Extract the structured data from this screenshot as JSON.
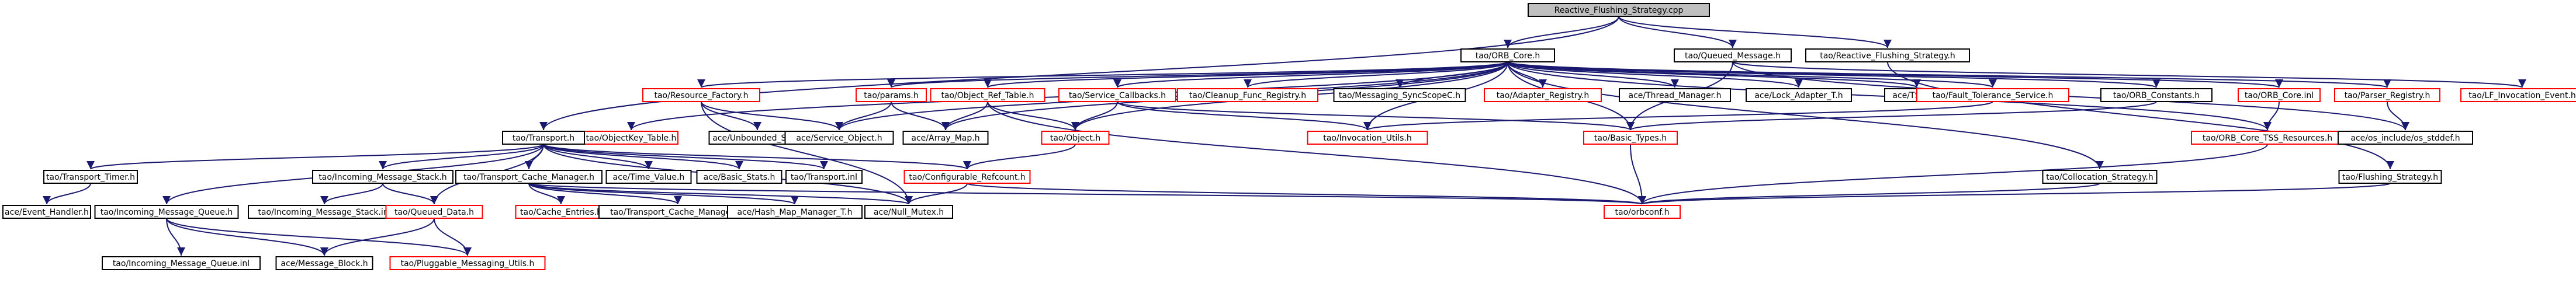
{
  "title": "Reactive_Flushing_Strategy.cpp",
  "colors": {
    "edge": "#191970",
    "normal_border": "#000000",
    "missing_border": "#ff0000",
    "root_fill": "#bfbfbf",
    "label_text": "#000000"
  },
  "nodes": [
    {
      "id": "root",
      "label": "Reactive_Flushing_Strategy.cpp",
      "style": "root"
    },
    {
      "id": "core",
      "label": "tao/ORB_Core.h",
      "style": "normal"
    },
    {
      "id": "qmsg",
      "label": "tao/Queued_Message.h",
      "style": "normal"
    },
    {
      "id": "rfs",
      "label": "tao/Reactive_Flushing_Strategy.h",
      "style": "normal"
    },
    {
      "id": "resfac",
      "label": "tao/Resource_Factory.h",
      "style": "missing"
    },
    {
      "id": "params",
      "label": "tao/params.h",
      "style": "missing"
    },
    {
      "id": "objref",
      "label": "tao/Object_Ref_Table.h",
      "style": "missing"
    },
    {
      "id": "svccb",
      "label": "tao/Service_Callbacks.h",
      "style": "missing"
    },
    {
      "id": "cleanup",
      "label": "tao/Cleanup_Func_Registry.h",
      "style": "missing"
    },
    {
      "id": "msgsync",
      "label": "tao/Messaging_SyncScopeC.h",
      "style": "normal"
    },
    {
      "id": "adapter",
      "label": "tao/Adapter_Registry.h",
      "style": "missing"
    },
    {
      "id": "thrmgr",
      "label": "ace/Thread_Manager.h",
      "style": "normal"
    },
    {
      "id": "lockad",
      "label": "ace/Lock_Adapter_T.h",
      "style": "normal"
    },
    {
      "id": "tsst",
      "label": "ace/TSS_T.h",
      "style": "normal"
    },
    {
      "id": "ftsvc",
      "label": "tao/Fault_Tolerance_Service.h",
      "style": "missing"
    },
    {
      "id": "consts",
      "label": "tao/ORB_Constants.h",
      "style": "normal"
    },
    {
      "id": "coreinl",
      "label": "tao/ORB_Core.inl",
      "style": "missing"
    },
    {
      "id": "parser",
      "label": "tao/Parser_Registry.h",
      "style": "missing"
    },
    {
      "id": "lfevt",
      "label": "tao/LF_Invocation_Event.h",
      "style": "missing"
    },
    {
      "id": "objkey",
      "label": "tao/ObjectKey_Table.h",
      "style": "missing"
    },
    {
      "id": "transport",
      "label": "tao/Transport.h",
      "style": "normal"
    },
    {
      "id": "unbset",
      "label": "ace/Unbounded_Set.h",
      "style": "normal"
    },
    {
      "id": "svcobj",
      "label": "ace/Service_Object.h",
      "style": "normal"
    },
    {
      "id": "arrmap",
      "label": "ace/Array_Map.h",
      "style": "normal"
    },
    {
      "id": "object",
      "label": "tao/Object.h",
      "style": "missing"
    },
    {
      "id": "invutl",
      "label": "tao/Invocation_Utils.h",
      "style": "missing"
    },
    {
      "id": "basict",
      "label": "tao/Basic_Types.h",
      "style": "missing"
    },
    {
      "id": "tssres",
      "label": "tao/ORB_Core_TSS_Resources.h",
      "style": "missing"
    },
    {
      "id": "osstd",
      "label": "ace/os_include/os_stddef.h",
      "style": "normal"
    },
    {
      "id": "ttimer",
      "label": "tao/Transport_Timer.h",
      "style": "normal"
    },
    {
      "id": "imstack",
      "label": "tao/Incoming_Message_Stack.h",
      "style": "normal"
    },
    {
      "id": "tcmgr",
      "label": "tao/Transport_Cache_Manager.h",
      "style": "normal"
    },
    {
      "id": "timeval",
      "label": "ace/Time_Value.h",
      "style": "normal"
    },
    {
      "id": "bstats",
      "label": "ace/Basic_Stats.h",
      "style": "normal"
    },
    {
      "id": "transinl",
      "label": "tao/Transport.inl",
      "style": "normal"
    },
    {
      "id": "cfgref",
      "label": "tao/Configurable_Refcount.h",
      "style": "missing"
    },
    {
      "id": "colstr",
      "label": "tao/Collocation_Strategy.h",
      "style": "normal"
    },
    {
      "id": "flush",
      "label": "tao/Flushing_Strategy.h",
      "style": "normal"
    },
    {
      "id": "evh",
      "label": "ace/Event_Handler.h",
      "style": "normal"
    },
    {
      "id": "imqueue",
      "label": "tao/Incoming_Message_Queue.h",
      "style": "normal"
    },
    {
      "id": "imstinl",
      "label": "tao/Incoming_Message_Stack.inl",
      "style": "normal"
    },
    {
      "id": "qdata",
      "label": "tao/Queued_Data.h",
      "style": "missing"
    },
    {
      "id": "cent",
      "label": "tao/Cache_Entries.h",
      "style": "missing"
    },
    {
      "id": "tcminl",
      "label": "tao/Transport_Cache_Manager.inl",
      "style": "normal"
    },
    {
      "id": "hashmap",
      "label": "ace/Hash_Map_Manager_T.h",
      "style": "normal"
    },
    {
      "id": "nullmx",
      "label": "ace/Null_Mutex.h",
      "style": "normal"
    },
    {
      "id": "orbconf",
      "label": "tao/orbconf.h",
      "style": "missing"
    },
    {
      "id": "imqinl",
      "label": "tao/Incoming_Message_Queue.inl",
      "style": "normal"
    },
    {
      "id": "msgblk",
      "label": "ace/Message_Block.h",
      "style": "normal"
    },
    {
      "id": "plugmsg",
      "label": "tao/Pluggable_Messaging_Utils.h",
      "style": "missing"
    }
  ],
  "edges": [
    [
      "root",
      "core"
    ],
    [
      "root",
      "qmsg"
    ],
    [
      "root",
      "rfs"
    ],
    [
      "root",
      "transport"
    ],
    [
      "core",
      "resfac"
    ],
    [
      "core",
      "params"
    ],
    [
      "core",
      "objref"
    ],
    [
      "core",
      "svccb"
    ],
    [
      "core",
      "cleanup"
    ],
    [
      "core",
      "msgsync"
    ],
    [
      "core",
      "adapter"
    ],
    [
      "core",
      "thrmgr"
    ],
    [
      "core",
      "lockad"
    ],
    [
      "core",
      "tsst"
    ],
    [
      "core",
      "ftsvc"
    ],
    [
      "core",
      "consts"
    ],
    [
      "core",
      "coreinl"
    ],
    [
      "core",
      "parser"
    ],
    [
      "core",
      "objkey"
    ],
    [
      "core",
      "svcobj"
    ],
    [
      "core",
      "arrmap"
    ],
    [
      "core",
      "object"
    ],
    [
      "core",
      "invutl"
    ],
    [
      "core",
      "basict"
    ],
    [
      "core",
      "tssres"
    ],
    [
      "core",
      "colstr"
    ],
    [
      "qmsg",
      "lfevt"
    ],
    [
      "qmsg",
      "osstd"
    ],
    [
      "qmsg",
      "basict"
    ],
    [
      "rfs",
      "flush"
    ],
    [
      "resfac",
      "unbset"
    ],
    [
      "resfac",
      "svcobj"
    ],
    [
      "resfac",
      "nullmx"
    ],
    [
      "params",
      "arrmap"
    ],
    [
      "params",
      "svcobj"
    ],
    [
      "objref",
      "arrmap"
    ],
    [
      "objref",
      "object"
    ],
    [
      "objref",
      "orbconf"
    ],
    [
      "svccb",
      "object"
    ],
    [
      "svccb",
      "invutl"
    ],
    [
      "svccb",
      "basict"
    ],
    [
      "ftsvc",
      "invutl"
    ],
    [
      "consts",
      "basict"
    ],
    [
      "coreinl",
      "tssres"
    ],
    [
      "parser",
      "osstd"
    ],
    [
      "object",
      "cfgref"
    ],
    [
      "tssres",
      "orbconf"
    ],
    [
      "basict",
      "orbconf"
    ],
    [
      "colstr",
      "orbconf"
    ],
    [
      "flush",
      "orbconf"
    ],
    [
      "transport",
      "ttimer"
    ],
    [
      "transport",
      "imstack"
    ],
    [
      "transport",
      "tcmgr"
    ],
    [
      "transport",
      "timeval"
    ],
    [
      "transport",
      "bstats"
    ],
    [
      "transport",
      "transinl"
    ],
    [
      "transport",
      "cfgref"
    ],
    [
      "transport",
      "imqueue"
    ],
    [
      "transport",
      "qdata"
    ],
    [
      "transport",
      "nullmx"
    ],
    [
      "ttimer",
      "evh"
    ],
    [
      "imstack",
      "imstinl"
    ],
    [
      "imstack",
      "qdata"
    ],
    [
      "qdata",
      "msgblk"
    ],
    [
      "qdata",
      "plugmsg"
    ],
    [
      "tcmgr",
      "cent"
    ],
    [
      "tcmgr",
      "tcminl"
    ],
    [
      "tcmgr",
      "hashmap"
    ],
    [
      "tcmgr",
      "nullmx"
    ],
    [
      "tcmgr",
      "orbconf"
    ],
    [
      "cfgref",
      "nullmx"
    ],
    [
      "cfgref",
      "orbconf"
    ],
    [
      "imqueue",
      "imqinl"
    ],
    [
      "imqueue",
      "msgblk"
    ],
    [
      "imqueue",
      "plugmsg"
    ]
  ]
}
